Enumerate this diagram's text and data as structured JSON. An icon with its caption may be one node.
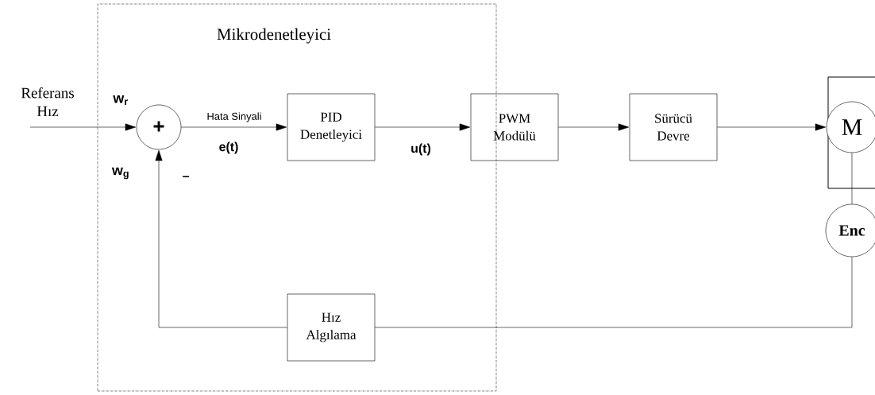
{
  "diagram": {
    "nodes": [
      {
        "text": [
          "Mikrodenetleyici"
        ]
      },
      {
        "text": [
          "+"
        ],
        "in": 0
      },
      {
        "text": [
          "PID Denetleyici"
        ],
        "in": 0
      },
      {
        "text": [
          "PWM Modülü"
        ]
      },
      {
        "text": [
          "Sürücü Devre"
        ]
      },
      {
        "text": [
          "M"
        ]
      },
      {
        "text": [
          "Enc"
        ]
      },
      {
        "text": [
          "Hız Algılama"
        ],
        "in": 0
      }
    ],
    "edges": [
      {
        "from": null,
        "to": 1,
        "arrow": "to"
      },
      {
        "from": 1,
        "to": 2,
        "arrow": "to",
        "label": "Hata Sinyali"
      },
      {
        "from": 2,
        "to": 3,
        "arrow": "to"
      },
      {
        "from": 3,
        "to": 4,
        "arrow": "to"
      },
      {
        "from": 4,
        "to": 5,
        "arrow": "to"
      },
      {
        "from": 5,
        "to": 6,
        "arrow": "none"
      },
      {
        "from": 6,
        "to": 7,
        "arrow": "none"
      },
      {
        "from": 7,
        "to": 1,
        "arrow": "to"
      }
    ],
    "labels": [
      "Referans Hız",
      "w$_{r}$",
      "w$_{g}$",
      "–",
      "e(t)",
      "u(t)"
    ]
  }
}
